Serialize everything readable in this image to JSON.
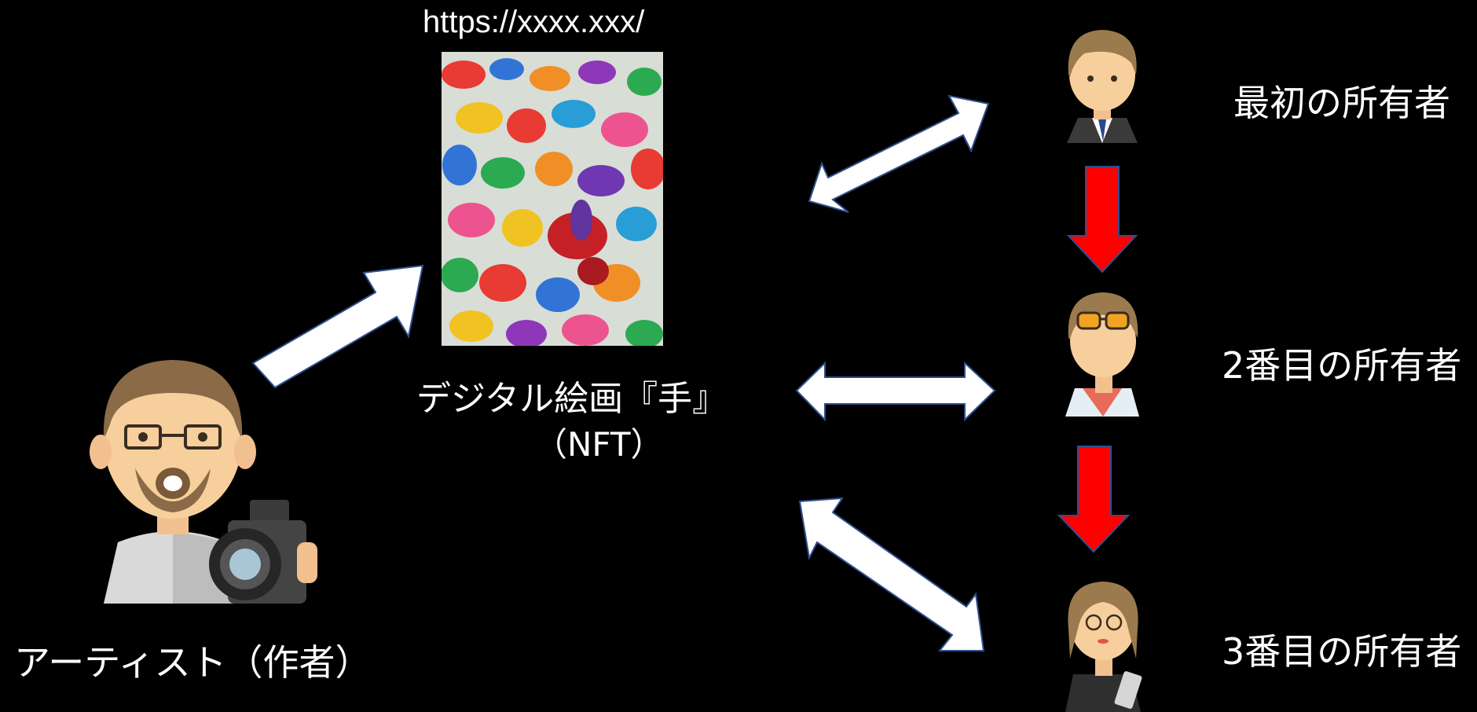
{
  "nft": {
    "url": "https://xxxx.xxx/",
    "title": "デジタル絵画『手』",
    "subtitle": "（NFT）"
  },
  "artist": {
    "label": "アーティスト（作者）"
  },
  "owners": [
    {
      "label": "最初の所有者"
    },
    {
      "label": "2番目の所有者"
    },
    {
      "label": "3番目の所有者"
    }
  ],
  "colors": {
    "background": "#000000",
    "arrow_white": "#ffffff",
    "arrow_outline": "#2f4f8f",
    "arrow_red": "#ff0000"
  }
}
